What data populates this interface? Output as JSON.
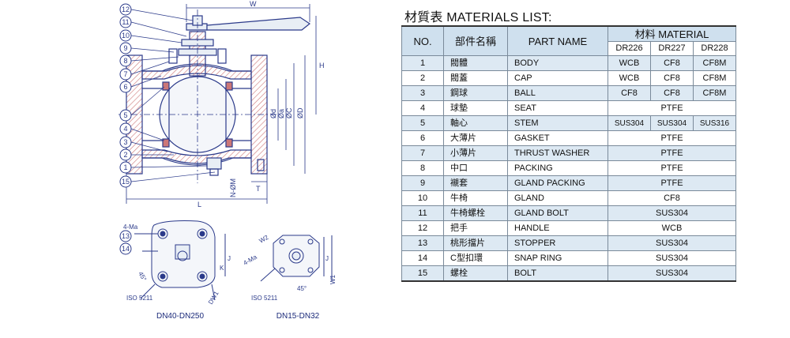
{
  "drawing": {
    "balloons": [
      "12",
      "11",
      "10",
      "9",
      "8",
      "7",
      "6",
      "5",
      "4",
      "3",
      "2",
      "1",
      "15"
    ],
    "dims": {
      "W": "W",
      "H": "H",
      "L": "L",
      "T": "T",
      "N_phiM": "N-ØM",
      "phi_d": "Ød",
      "phi_a": "Øa",
      "phi_C": "ØC",
      "phi_D": "ØD"
    },
    "lower_left": {
      "callout_holes": "4-Ma",
      "angle": "45°",
      "iso": "ISO 5211",
      "balloons": [
        "13",
        "14"
      ],
      "dims": [
        "J",
        "K",
        "DW1"
      ],
      "caption": "DN40-DN250"
    },
    "lower_right": {
      "callout_holes": "4-Ma",
      "w2": "W2",
      "angle": "45°",
      "iso": "ISO 5211",
      "dims": [
        "J",
        "W1"
      ],
      "caption": "DN15-DN32"
    },
    "colors": {
      "line": "#2b3a8a",
      "hatch": "#d08a8a",
      "fill_light": "#e8eef5"
    }
  },
  "table": {
    "title": "材質表  MATERIALS LIST:",
    "headers": {
      "no": "NO.",
      "part_cn": "部件名稱",
      "part_en": "PART NAME",
      "material": "材料  MATERIAL",
      "grades": [
        "DR226",
        "DR227",
        "DR228"
      ]
    },
    "rows": [
      {
        "no": "1",
        "cn": "閥體",
        "en": "BODY",
        "m": [
          "WCB",
          "CF8",
          "CF8M"
        ]
      },
      {
        "no": "2",
        "cn": "閥蓋",
        "en": "CAP",
        "m": [
          "WCB",
          "CF8",
          "CF8M"
        ]
      },
      {
        "no": "3",
        "cn": "鋼球",
        "en": "BALL",
        "m": [
          "CF8",
          "CF8",
          "CF8M"
        ]
      },
      {
        "no": "4",
        "cn": "球墊",
        "en": "SEAT",
        "m": [
          "PTFE"
        ]
      },
      {
        "no": "5",
        "cn": "軸心",
        "en": "STEM",
        "m": [
          "SUS304",
          "SUS304",
          "SUS316"
        ]
      },
      {
        "no": "6",
        "cn": "大薄片",
        "en": "GASKET",
        "m": [
          "PTFE"
        ]
      },
      {
        "no": "7",
        "cn": "小薄片",
        "en": "THRUST WASHER",
        "m": [
          "PTFE"
        ]
      },
      {
        "no": "8",
        "cn": "中口",
        "en": "PACKING",
        "m": [
          "PTFE"
        ]
      },
      {
        "no": "9",
        "cn": "襯套",
        "en": "GLAND PACKING",
        "m": [
          "PTFE"
        ]
      },
      {
        "no": "10",
        "cn": "牛椅",
        "en": "GLAND",
        "m": [
          "CF8"
        ]
      },
      {
        "no": "11",
        "cn": "牛椅螺栓",
        "en": "GLAND BOLT",
        "m": [
          "SUS304"
        ]
      },
      {
        "no": "12",
        "cn": "把手",
        "en": "HANDLE",
        "m": [
          "WCB"
        ]
      },
      {
        "no": "13",
        "cn": "桃形擋片",
        "en": "STOPPER",
        "m": [
          "SUS304"
        ]
      },
      {
        "no": "14",
        "cn": "C型扣環",
        "en": "SNAP RING",
        "m": [
          "SUS304"
        ]
      },
      {
        "no": "15",
        "cn": "螺栓",
        "en": "BOLT",
        "m": [
          "SUS304"
        ]
      }
    ]
  }
}
